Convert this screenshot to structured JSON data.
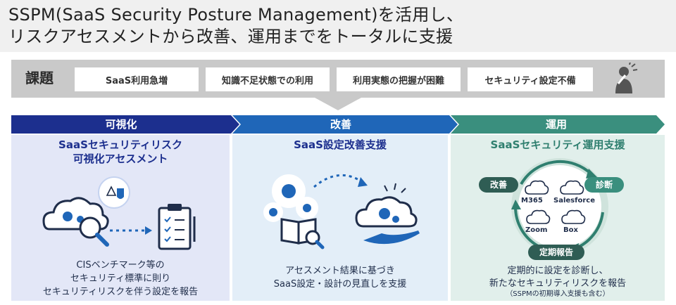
{
  "heading": {
    "line1": "SSPM(SaaS Security Posture Management)を活用し、",
    "line2": "リスクアセスメントから改善、運用までをトータルに支援"
  },
  "issues": {
    "label": "課題",
    "items": [
      "SaaS利用急増",
      "知識不足状態での利用",
      "利用実態の把握が困難",
      "セキュリティ設定不備"
    ]
  },
  "phases": [
    {
      "label": "可視化",
      "title_lines": [
        "SaaSセキュリティリスク",
        "可視化アセスメント"
      ],
      "desc_lines": [
        "CISベンチマーク等の",
        "セキュリティ標準に則り",
        "セキュリティリスクを伴う設定を報告"
      ]
    },
    {
      "label": "改善",
      "title_lines": [
        "SaaS設定改善支援"
      ],
      "desc_lines": [
        "アセスメント結果に基づき",
        "SaaS設定・設計の見直しを支援"
      ]
    },
    {
      "label": "運用",
      "title_lines": [
        "SaaSセキュリティ運用支援"
      ],
      "desc_lines": [
        "定期的に設定を診断し、",
        "新たなセキュリティリスクを報告"
      ],
      "note": "（SSPMの初期導入支援も含む）",
      "cycle": {
        "steps": [
          "改善",
          "診断",
          "定期報告"
        ],
        "apps": [
          "M365",
          "Salesforce",
          "Zoom",
          "Box"
        ]
      }
    }
  ],
  "colors": {
    "phase1": "#1c2f8e",
    "phase2": "#1f66b8",
    "phase3": "#3a8f7e",
    "panel1": "#e3e7f7",
    "panel2": "#e3eef8",
    "panel3": "#e1efeb",
    "issues_bg": "#c9c9c9"
  }
}
